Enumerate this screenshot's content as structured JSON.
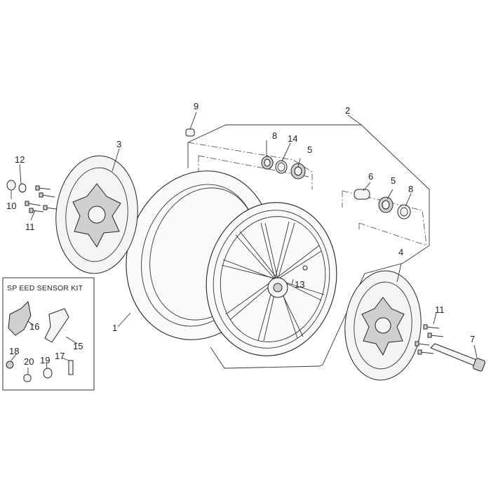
{
  "kit": {
    "title": "SP EED SENSOR KIT"
  },
  "labels": [
    "1",
    "2",
    "3",
    "4",
    "5",
    "5",
    "6",
    "7",
    "8",
    "8",
    "9",
    "10",
    "11",
    "11",
    "12",
    "13",
    "14",
    "15",
    "16",
    "17",
    "18",
    "19",
    "20"
  ]
}
